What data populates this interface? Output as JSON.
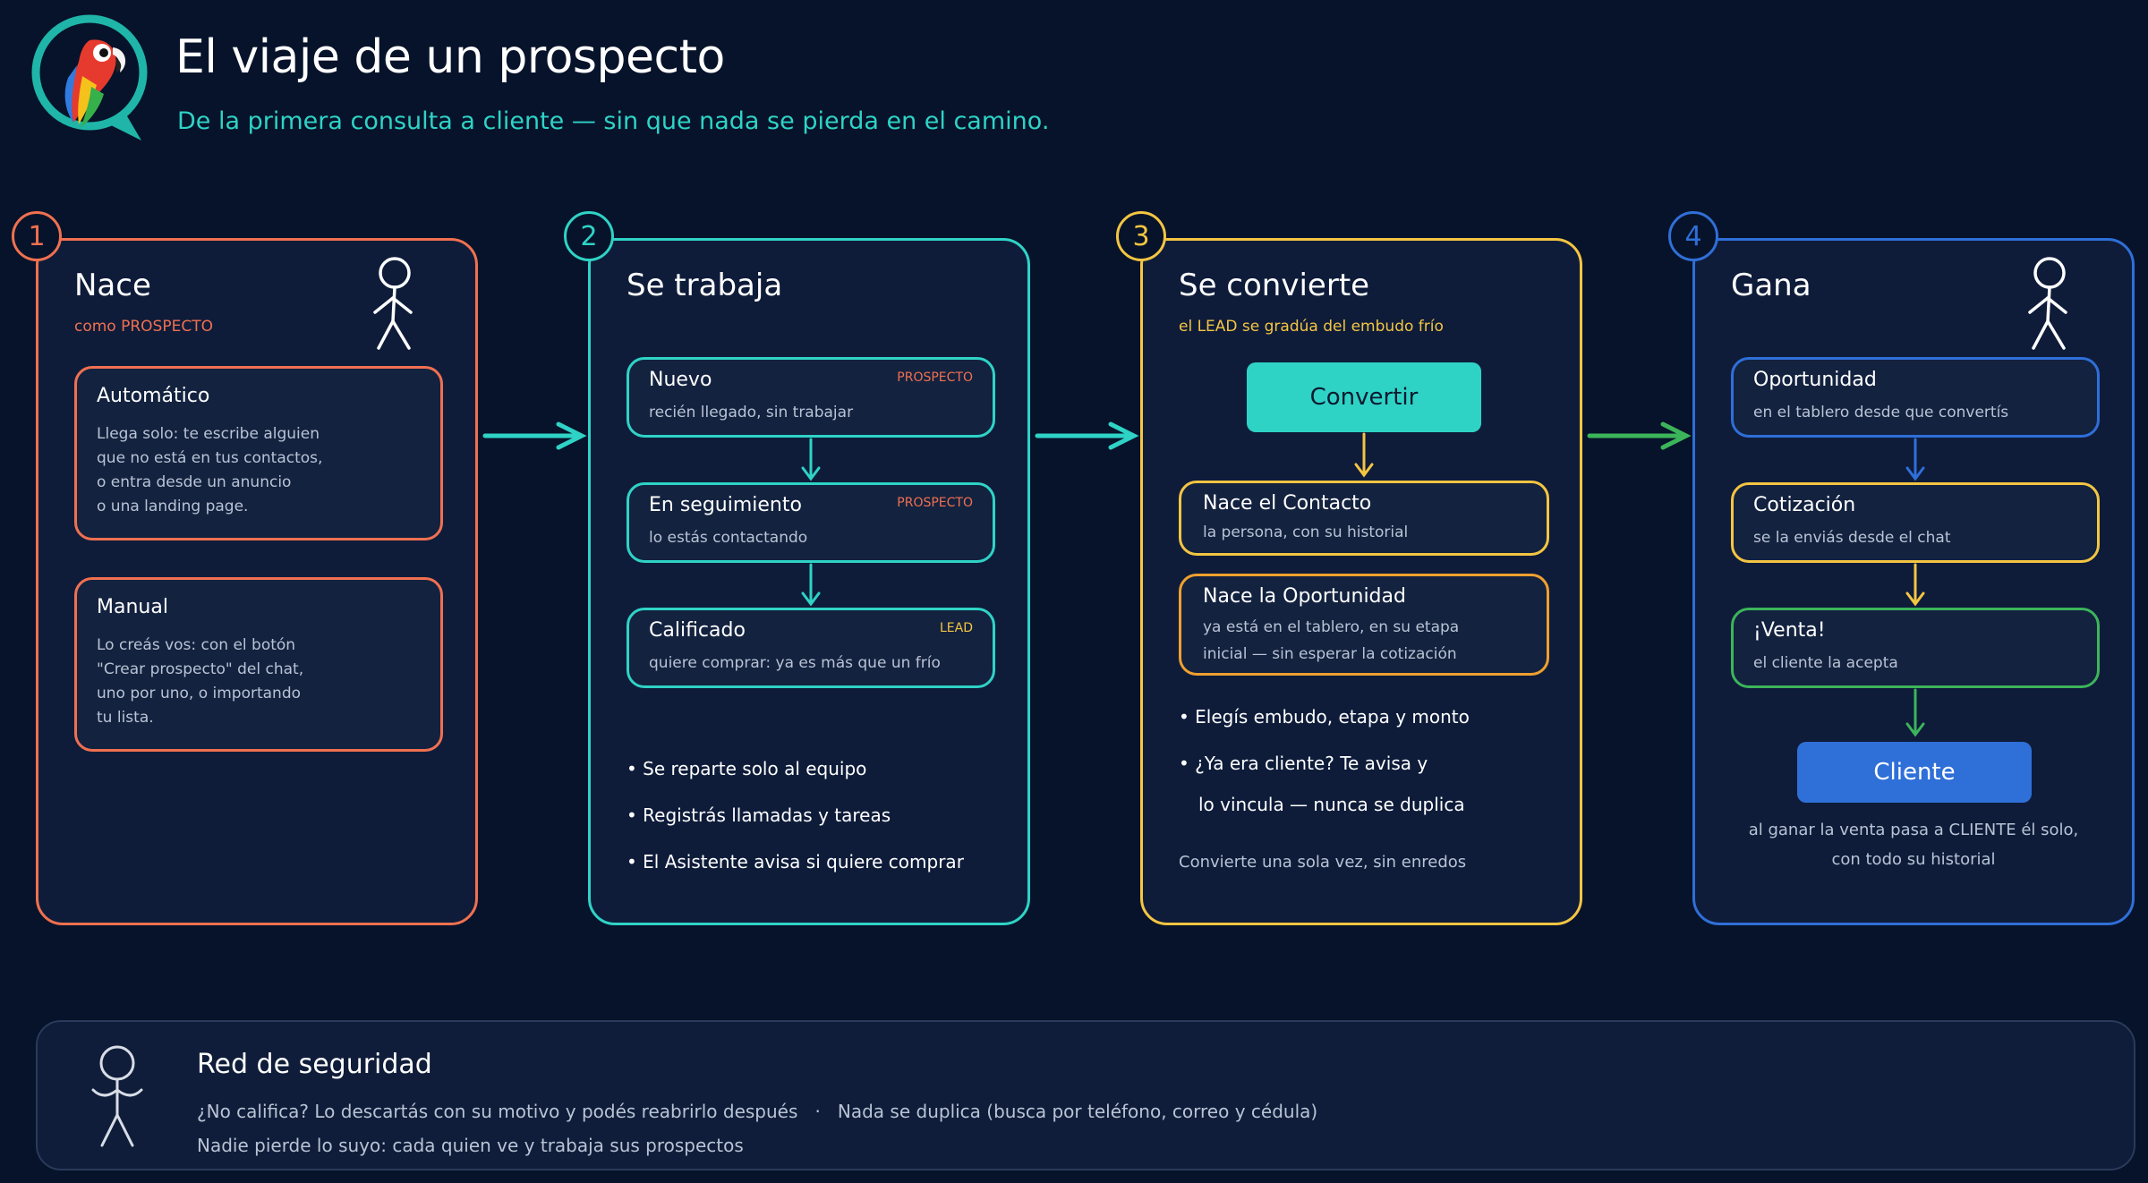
{
  "header": {
    "title": "El viaje de un prospecto",
    "subtitle": "De la primera consulta a cliente — sin que nada se pierda en el camino."
  },
  "colors": {
    "background": "#07132a",
    "stage1": "#f07050",
    "stage2": "#2fd3c6",
    "stage3": "#f4c542",
    "stage4": "#2f6fd8",
    "green": "#3cb55a",
    "orange": "#f0a030"
  },
  "stages": [
    {
      "number": "1",
      "title": "Nace",
      "tag": "como PROSPECTO",
      "boxes": [
        {
          "title": "Automático",
          "lines": [
            "Llega solo: te escribe alguien",
            "que no está en tus contactos,",
            "o entra desde un anuncio",
            "o una landing page."
          ]
        },
        {
          "title": "Manual",
          "lines": [
            "Lo creás vos: con el botón",
            "\"Crear prospecto\" del chat,",
            "uno por uno, o importando",
            "tu lista."
          ]
        }
      ]
    },
    {
      "number": "2",
      "title": "Se trabaja",
      "boxes": [
        {
          "title": "Nuevo",
          "badge": "PROSPECTO",
          "desc": "recién llegado, sin trabajar"
        },
        {
          "title": "En seguimiento",
          "badge": "PROSPECTO",
          "desc": "lo estás contactando"
        },
        {
          "title": "Calificado",
          "badge": "LEAD",
          "desc": "quiere comprar: ya es más que un frío"
        }
      ],
      "bullets": [
        "• Se reparte solo al equipo",
        "• Registrás llamadas y tareas",
        "• El Asistente avisa si quiere comprar"
      ]
    },
    {
      "number": "3",
      "title": "Se convierte",
      "tag": "el LEAD se gradúa del embudo frío",
      "button": "Convertir",
      "boxes": [
        {
          "title": "Nace el Contacto",
          "lines": [
            "la persona, con su historial"
          ]
        },
        {
          "title": "Nace la Oportunidad",
          "lines": [
            "ya está en el tablero, en su etapa",
            "inicial — sin esperar la cotización"
          ]
        }
      ],
      "bullets": [
        "• Elegís embudo, etapa y monto",
        "• ¿Ya era cliente? Te avisa y",
        "lo vincula — nunca se duplica"
      ],
      "note": "Convierte una sola vez, sin enredos"
    },
    {
      "number": "4",
      "title": "Gana",
      "boxes": [
        {
          "title": "Oportunidad",
          "desc": "en el tablero desde que convertís"
        },
        {
          "title": "Cotización",
          "desc": "se la enviás desde el chat"
        },
        {
          "title": "¡Venta!",
          "desc": "el cliente la acepta"
        }
      ],
      "button": "Cliente",
      "note_lines": [
        "al ganar la venta pasa a CLIENTE él solo,",
        "con todo su historial"
      ]
    }
  ],
  "safety": {
    "title": "Red de seguridad",
    "line1": "¿No califica? Lo descartás con su motivo y podés reabrirlo después   ·   Nada se duplica (busca por teléfono, correo y cédula)",
    "line2": "Nadie pierde lo suyo: cada quien ve y trabaja sus prospectos"
  },
  "icons": [
    "parrot-logo-icon",
    "stick-figure-icon",
    "arrow-right-icon",
    "arrow-down-icon"
  ]
}
